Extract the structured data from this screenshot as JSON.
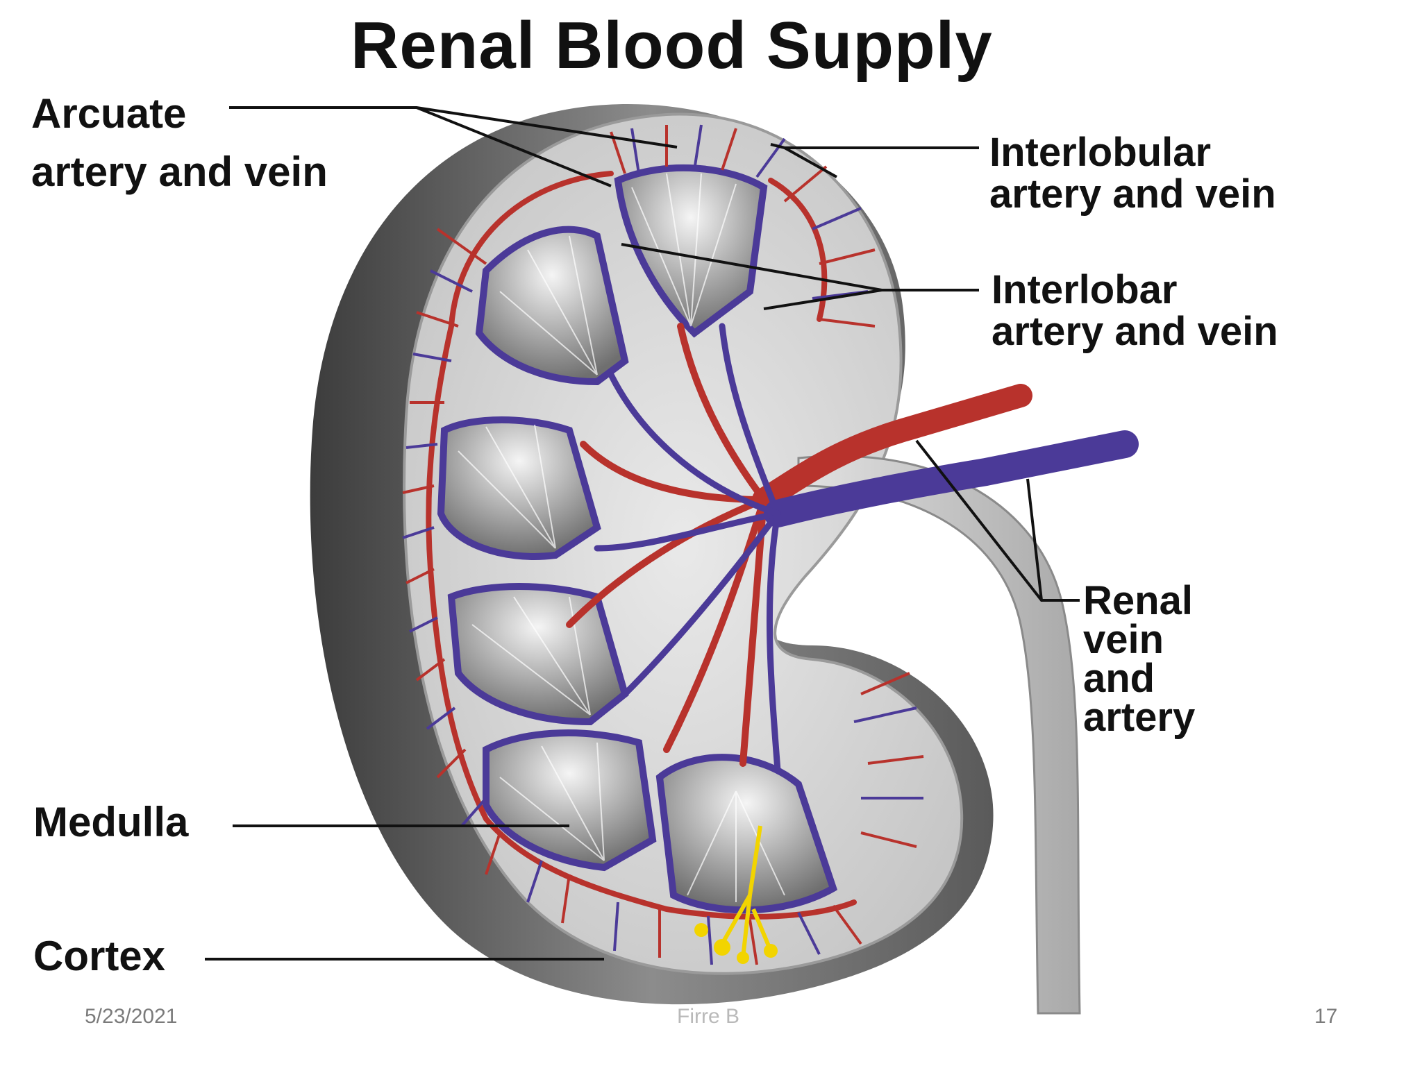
{
  "title": "Renal Blood Supply",
  "labels": {
    "arcuate": [
      "Arcuate",
      "artery and vein"
    ],
    "interlobular": [
      "Interlobular",
      "artery and vein"
    ],
    "interlobar": [
      "Interlobar",
      "artery and vein"
    ],
    "renal": [
      "Renal",
      "vein",
      "and",
      "artery"
    ],
    "medulla": "Medulla",
    "cortex": "Cortex"
  },
  "footer": {
    "date": "5/23/2021",
    "center": "Firre B",
    "page": "17"
  },
  "colors": {
    "artery": "#b8322c",
    "vein": "#4b3a98",
    "capsule": "#6a6a6a",
    "ureter": "#c9c9c9",
    "nerve": "#f2d400"
  }
}
